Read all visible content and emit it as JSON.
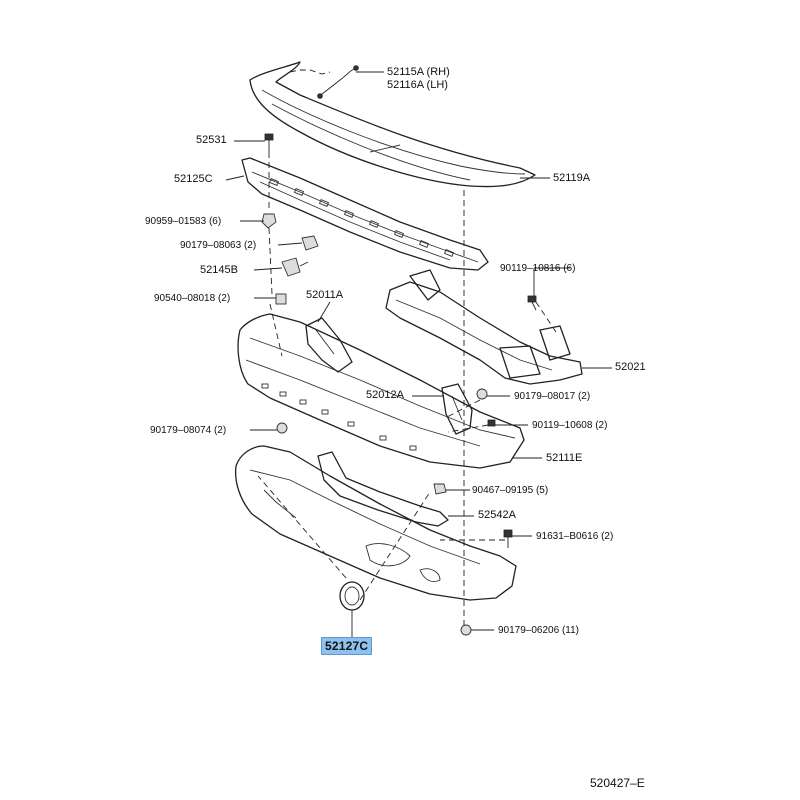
{
  "diagram": {
    "parts": [
      {
        "id": "p52115a",
        "lines": [
          "52115A (RH)",
          "52116A (LH)"
        ]
      },
      {
        "id": "p52531",
        "lines": [
          "52531"
        ]
      },
      {
        "id": "p52125c",
        "lines": [
          "52125C"
        ]
      },
      {
        "id": "p52119a",
        "lines": [
          "52119A"
        ]
      },
      {
        "id": "p90959",
        "lines": [
          "90959–01583 (6)"
        ]
      },
      {
        "id": "p90179_08063",
        "lines": [
          "90179–08063 (2)"
        ]
      },
      {
        "id": "p52145b",
        "lines": [
          "52145B"
        ]
      },
      {
        "id": "p90119_10816",
        "lines": [
          "90119–10816 (6)"
        ]
      },
      {
        "id": "p90540",
        "lines": [
          "90540–08018 (2)"
        ]
      },
      {
        "id": "p52011a",
        "lines": [
          "52011A"
        ]
      },
      {
        "id": "p52021",
        "lines": [
          "52021"
        ]
      },
      {
        "id": "p52012a",
        "lines": [
          "52012A"
        ]
      },
      {
        "id": "p90179_08017",
        "lines": [
          "90179–08017 (2)"
        ]
      },
      {
        "id": "p90119_10608",
        "lines": [
          "90119–10608 (2)"
        ]
      },
      {
        "id": "p90179_08074",
        "lines": [
          "90179–08074 (2)"
        ]
      },
      {
        "id": "p52111e",
        "lines": [
          "52111E"
        ]
      },
      {
        "id": "p90467",
        "lines": [
          "90467–09195 (5)"
        ]
      },
      {
        "id": "p52542a",
        "lines": [
          "52542A"
        ]
      },
      {
        "id": "p91631",
        "lines": [
          "91631–B0616 (2)"
        ]
      },
      {
        "id": "p90179_06206",
        "lines": [
          "90179–06206 (11)"
        ]
      },
      {
        "id": "p52127c",
        "lines": [
          "52127C"
        ],
        "highlighted": true
      }
    ],
    "diagram_code": "520427–E",
    "highlight_color": "#8ec1f0"
  }
}
